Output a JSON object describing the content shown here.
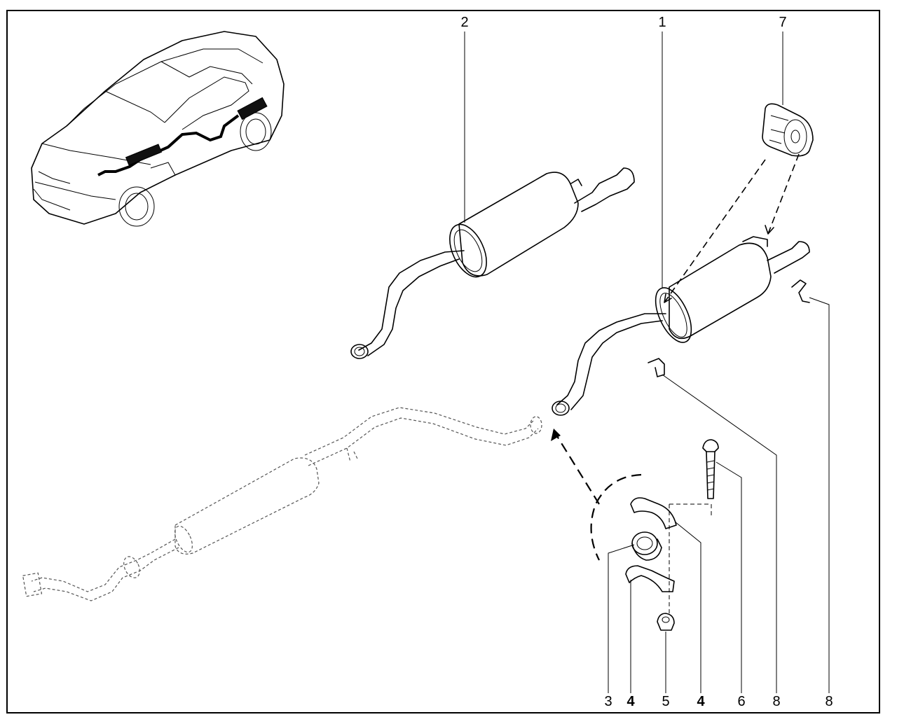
{
  "diagram": {
    "callouts": {
      "top": [
        "2",
        "1",
        "7"
      ],
      "bottom": [
        "3",
        "4",
        "5",
        "4",
        "6",
        "8",
        "8"
      ]
    }
  }
}
